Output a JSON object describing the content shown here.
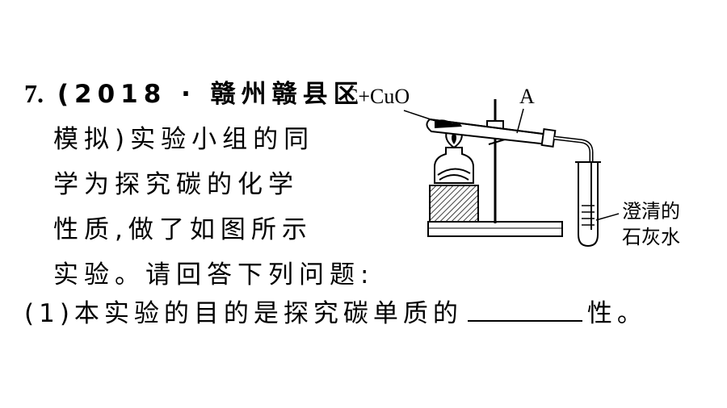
{
  "question": {
    "number": "7.",
    "source": "(2018 · 赣州赣县区",
    "lines": [
      "模拟)实验小组的同",
      "学为探究碳的化学",
      "性质,做了如图所示",
      "实验。请回答下列问题:"
    ],
    "sub1_before": "(1)本实验的目的是探究碳单质的",
    "sub1_after": "性。"
  },
  "figure": {
    "label_reactants": "C+CuO",
    "label_a": "A",
    "label_limewater_1": "澄清的",
    "label_limewater_2": "石灰水"
  }
}
